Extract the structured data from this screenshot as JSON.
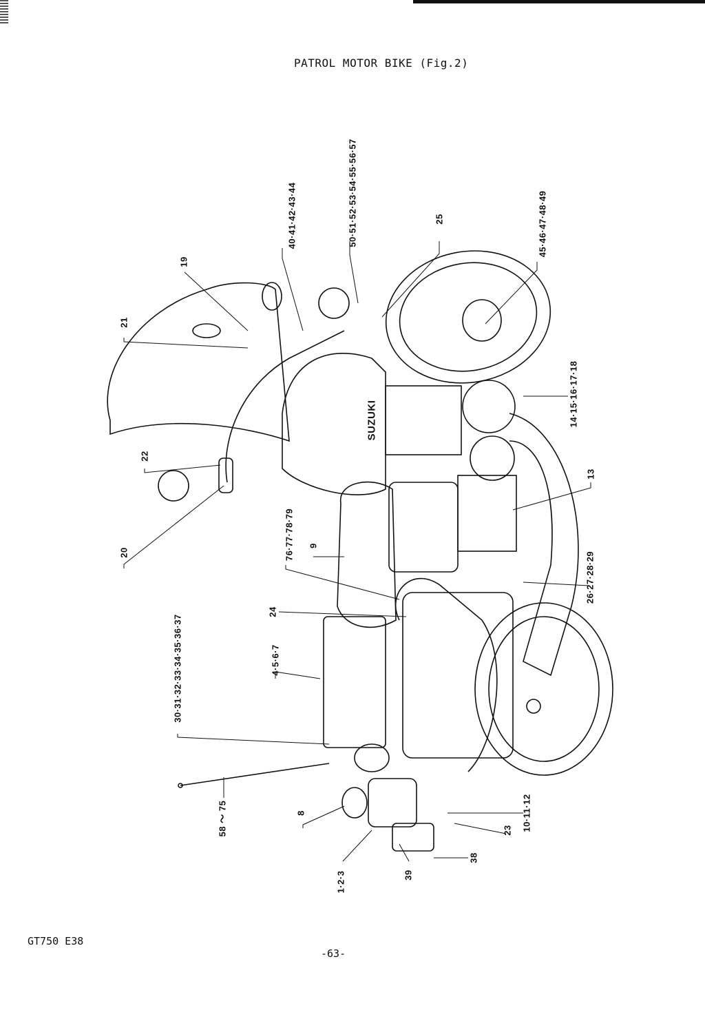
{
  "title": "PATROL MOTOR BIKE (Fig.2)",
  "footer": {
    "model": "GT750 E38",
    "page": "-63-"
  },
  "tank_brand": "SUZUKI",
  "callouts": {
    "c40": "40·41·42·43·44",
    "c50": "50·51·52·53·54·55·56·57",
    "c25": "25",
    "c45": "45·46·47·48·49",
    "c19": "19",
    "c21": "21",
    "c14": "14·15·16·17·18",
    "c22": "22",
    "c13": "13",
    "c76": "76·77·78·79",
    "c9": "9",
    "c20": "20",
    "c26": "26·27·28·29",
    "c24": "24",
    "c4": "4·5·6·7",
    "c30": "30·31·32·33·34·35·36·37",
    "c58": "58 ～ 75",
    "c8": "8",
    "c10": "10·11·12",
    "c23": "23",
    "c1": "1·2·3",
    "c39": "39",
    "c38": "38"
  }
}
